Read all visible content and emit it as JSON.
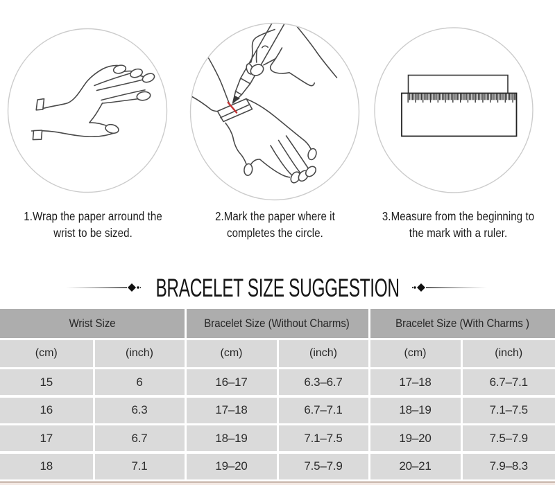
{
  "steps": [
    {
      "caption_line1": "1.Wrap the paper arround the",
      "caption_line2": "wrist to be sized."
    },
    {
      "caption_line1": "2.Mark the paper where it",
      "caption_line2": "completes the circle."
    },
    {
      "caption_line1": "3.Measure from the beginning to",
      "caption_line2": "the mark with a ruler."
    }
  ],
  "title": "BRACELET SIZE SUGGESTION",
  "size_table": {
    "groups": [
      "Wrist Size",
      "Bracelet Size (Without Charms)",
      "Bracelet Size (With Charms )"
    ],
    "units": [
      "(cm)",
      "(inch)",
      "(cm)",
      "(inch)",
      "(cm)",
      "(inch)"
    ],
    "rows": [
      [
        "15",
        "6",
        "16–17",
        "6.3–6.7",
        "17–18",
        "6.7–7.1"
      ],
      [
        "16",
        "6.3",
        "17–18",
        "6.7–7.1",
        "18–19",
        "7.1–7.5"
      ],
      [
        "17",
        "6.7",
        "18–19",
        "7.1–7.5",
        "19–20",
        "7.5–7.9"
      ],
      [
        "18",
        "7.1",
        "19–20",
        "7.5–7.9",
        "20–21",
        "7.9–8.3"
      ]
    ]
  },
  "colors": {
    "group_header_bg": "#adadad",
    "unit_header_bg": "#d9d9d9",
    "row_bg": "#dbdbdb",
    "line_art_stroke": "#4a4a4a",
    "circle_border": "#cccccc",
    "red_mark": "#cc3333",
    "bottom_strip_tan": "#cdbbb1",
    "bottom_strip_pink": "#f4e9e3"
  }
}
